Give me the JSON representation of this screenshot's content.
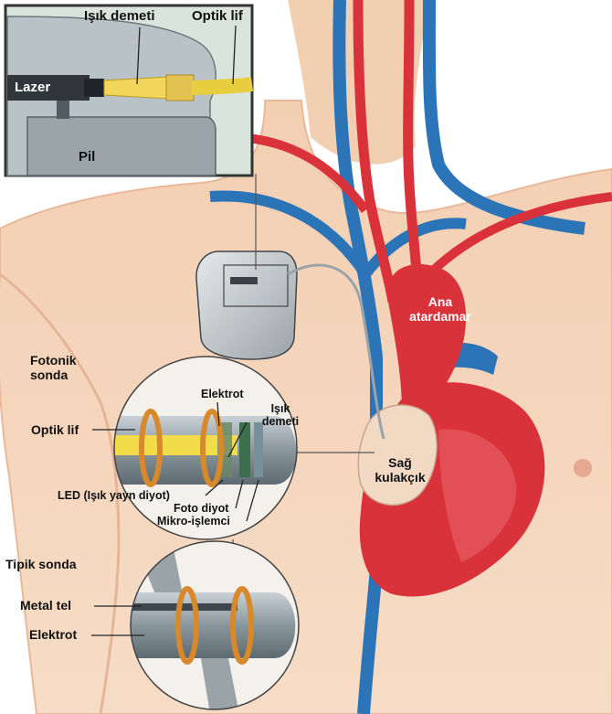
{
  "inset_top": {
    "light_beam": "Işık demeti",
    "optical_fiber": "Optik lif",
    "laser": "Lazer",
    "battery": "Pil"
  },
  "heart": {
    "aorta_line1": "Ana",
    "aorta_line2": "atardamar",
    "right_atrium_line1": "Sağ",
    "right_atrium_line2": "kulakçık"
  },
  "photonic_probe": {
    "title_line1": "Fotonik",
    "title_line2": "sonda",
    "electrode": "Elektrot",
    "light_beam_line1": "Işık",
    "light_beam_line2": "demeti",
    "optical_fiber": "Optik lif",
    "led": "LED (Işık yayn diyot)",
    "photodiode": "Foto diyot",
    "microprocessor": "Mikro-işlemci"
  },
  "typical_probe": {
    "title": "Tipik sonda",
    "metal_wire": "Metal tel",
    "electrode": "Elektrot"
  },
  "colors": {
    "skin": "#f2c6a5",
    "artery_red": "#d9323a",
    "vein_blue": "#2c74b8",
    "inset_bg": "#d9e4dc",
    "probe_grey": "#8e9aa2",
    "fiber_yellow": "#f3dc4a",
    "coil_orange": "#d7892b"
  }
}
